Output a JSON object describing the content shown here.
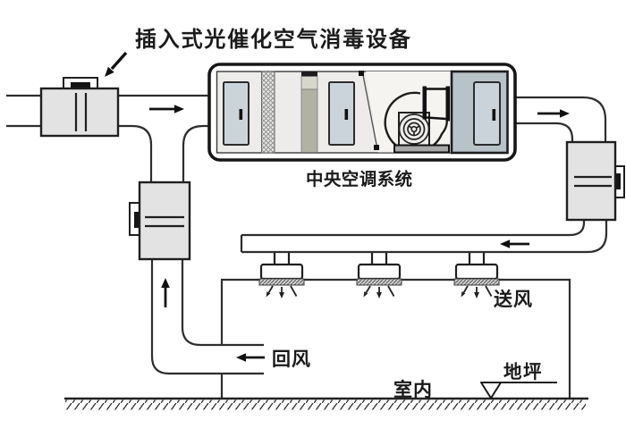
{
  "diagram": {
    "title": "插入式光催化空气消毒设备",
    "ahu_label": "中央空调系统",
    "supply_air_label": "送风",
    "return_air_label": "回风",
    "indoor_label": "室内",
    "ground_level_label": "地坪"
  },
  "colors": {
    "line": "#2e2e2e",
    "device_fill": "#e3e3e3",
    "panel_fill": "#cbd4da",
    "discharge_section_fill": "#b8c2c9",
    "coil_fill": "#b2b2a4",
    "background": "#ffffff"
  }
}
